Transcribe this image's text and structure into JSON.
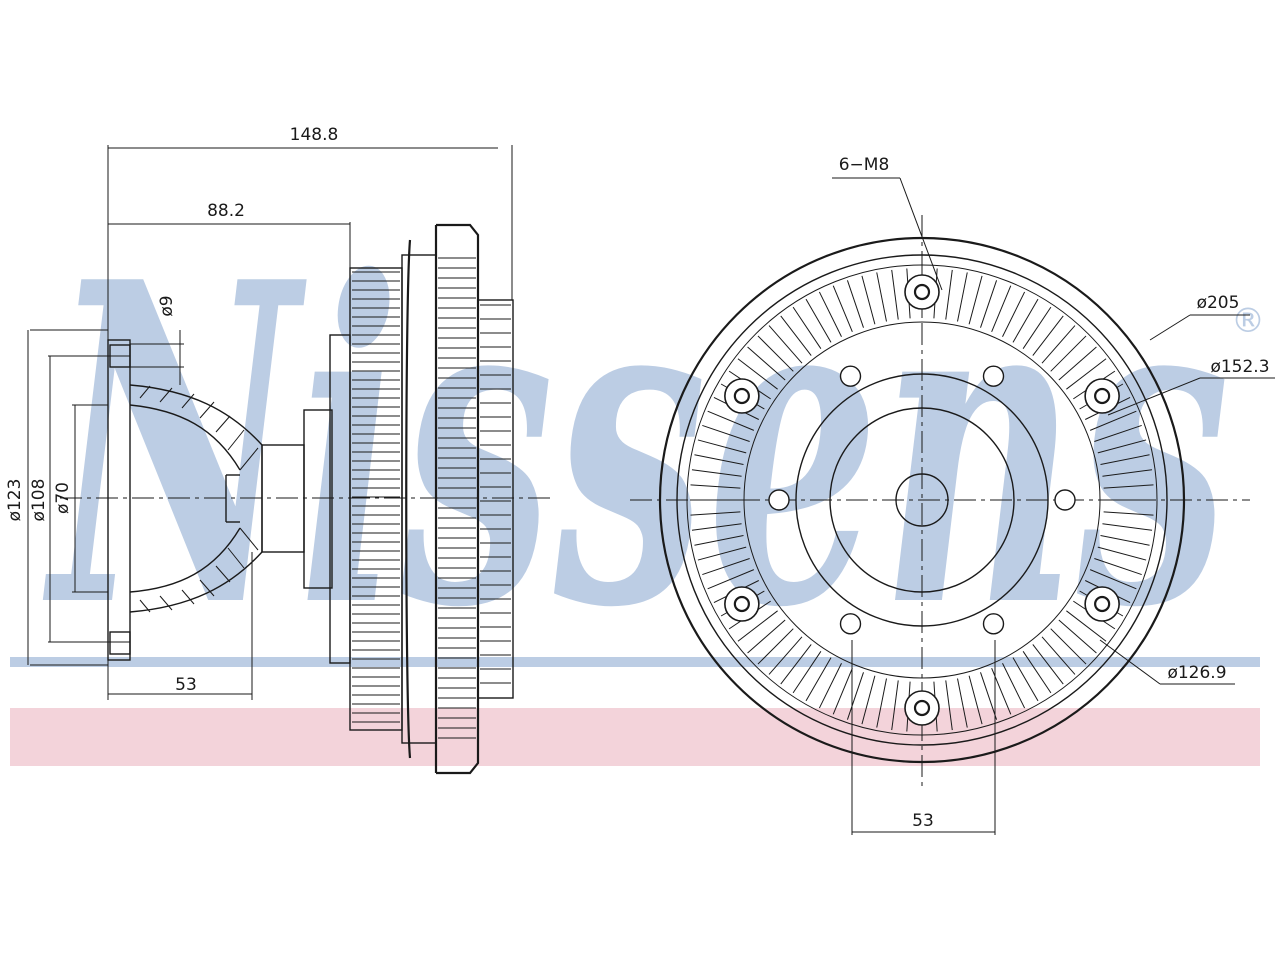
{
  "brand": {
    "watermark_text": "Nissens",
    "registered_mark": "®",
    "blue": "#bccde4",
    "pink": "#f3d3da"
  },
  "side_view": {
    "overall_length": "148.8",
    "hub_length": "88.2",
    "flange_thickness": "ø9",
    "flange_diameter": "ø123",
    "bolt_circle": "ø108",
    "pilot_diameter": "ø70",
    "flange_offset": "53"
  },
  "front_view": {
    "bolt_callout": "6−M8",
    "outer_diameter": "ø205",
    "fin_diameter": "ø152.3",
    "hub_diameter": "ø126.9",
    "bolt_spacing": "53"
  }
}
